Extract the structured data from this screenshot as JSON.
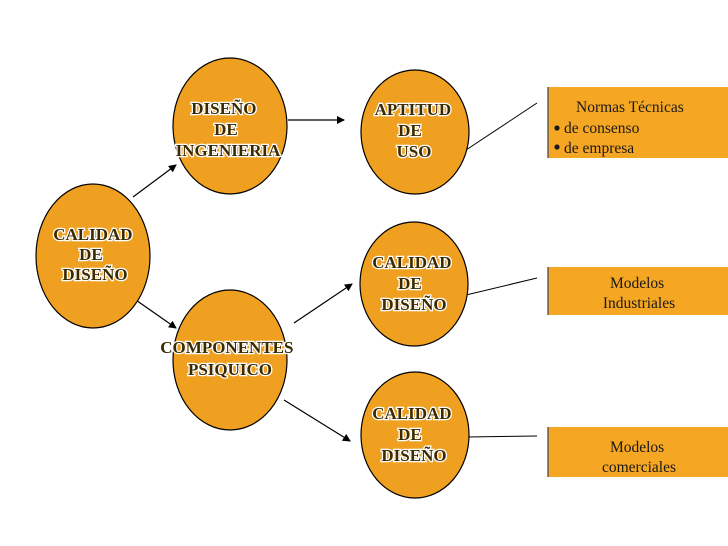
{
  "colors": {
    "node_fill": "#f0a020",
    "box_fill": "#f5a623",
    "line": "#000000",
    "label_text": "#3a2a00",
    "label_outline": "#ffffff"
  },
  "nodes": {
    "calidad_diseno_root": {
      "lines": [
        "CALIDAD",
        "DE",
        "DISEÑO"
      ]
    },
    "diseno_ingenieria": {
      "lines": [
        "DISEÑO",
        "DE",
        "INGENIERIA"
      ]
    },
    "componentes_psiquico": {
      "lines": [
        "COMPONENTES",
        "PSIQUICO"
      ]
    },
    "aptitud_uso": {
      "lines": [
        "APTITUD",
        "DE",
        "USO"
      ]
    },
    "calidad_diseno_mid": {
      "lines": [
        "CALIDAD",
        "DE",
        "DISEÑO"
      ]
    },
    "calidad_diseno_low": {
      "lines": [
        "CALIDAD",
        "DE",
        "DISEÑO"
      ]
    }
  },
  "boxes": {
    "normas": {
      "title": "Normas Técnicas",
      "bullets": [
        "de consenso",
        "de empresa"
      ],
      "bullet_icon": "bullet-dot"
    },
    "modelos_industriales": {
      "lines": [
        "Modelos",
        "Industriales"
      ]
    },
    "modelos_comerciales": {
      "lines": [
        "Modelos",
        "comerciales"
      ]
    }
  }
}
